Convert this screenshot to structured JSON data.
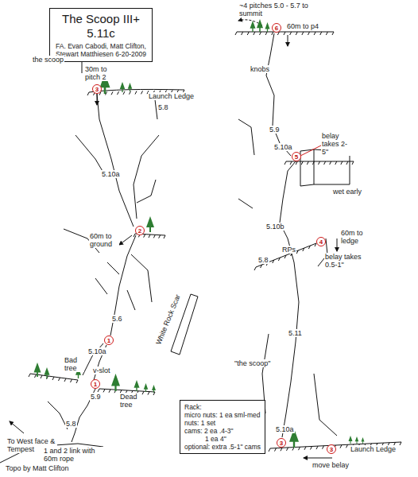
{
  "diagram": {
    "nodes": [
      {
        "text": [
          "The Scoop III+ 5.11c",
          "FA. Evan Cabodi, Matt Clifton, Stewart Matthiesen 6-20-2009"
        ]
      },
      {
        "text": [
          "3"
        ]
      },
      {
        "text": [
          "2"
        ]
      },
      {
        "text": [
          "1"
        ]
      },
      {
        "text": [
          "1"
        ]
      },
      {
        "text": [
          "6"
        ]
      },
      {
        "text": [
          "5"
        ]
      },
      {
        "text": [
          "4"
        ]
      },
      {
        "text": [
          "3"
        ]
      },
      {
        "text": [
          "3"
        ]
      },
      {
        "text": [
          "Rack:",
          "micro nuts: 1 ea sml-med",
          "nuts: 1 set",
          "cams: 2 ea .4-3\"",
          "1 ea 4\"",
          "optional: extra .5-1\" cams"
        ]
      }
    ],
    "labels": [
      "the scoop",
      "30m to pitch 2",
      "Launch Ledge",
      "5.8",
      "5.10a",
      "60m to ground",
      "5.6",
      "White Rock Scar",
      "5.10a",
      "Bad tree",
      "v-slot",
      "5.9",
      "Dead tree",
      "To West face & Tempest",
      "5.8",
      "1 and 2 link with 60m rope",
      "Topo by Matt Clifton",
      "~4 pitches 5.0 - 5.7 to summit",
      "60m to p4",
      "knobs",
      "5.9",
      "5.10a",
      "belay takes 2-5\"",
      "wet early",
      "5.10b",
      "RPs",
      "5.8",
      "60m to ledge",
      "belay takes 0.5-1\"",
      "5.11",
      "\"the scoop\"",
      "5.10a",
      "Launch Ledge",
      "move belay"
    ]
  }
}
